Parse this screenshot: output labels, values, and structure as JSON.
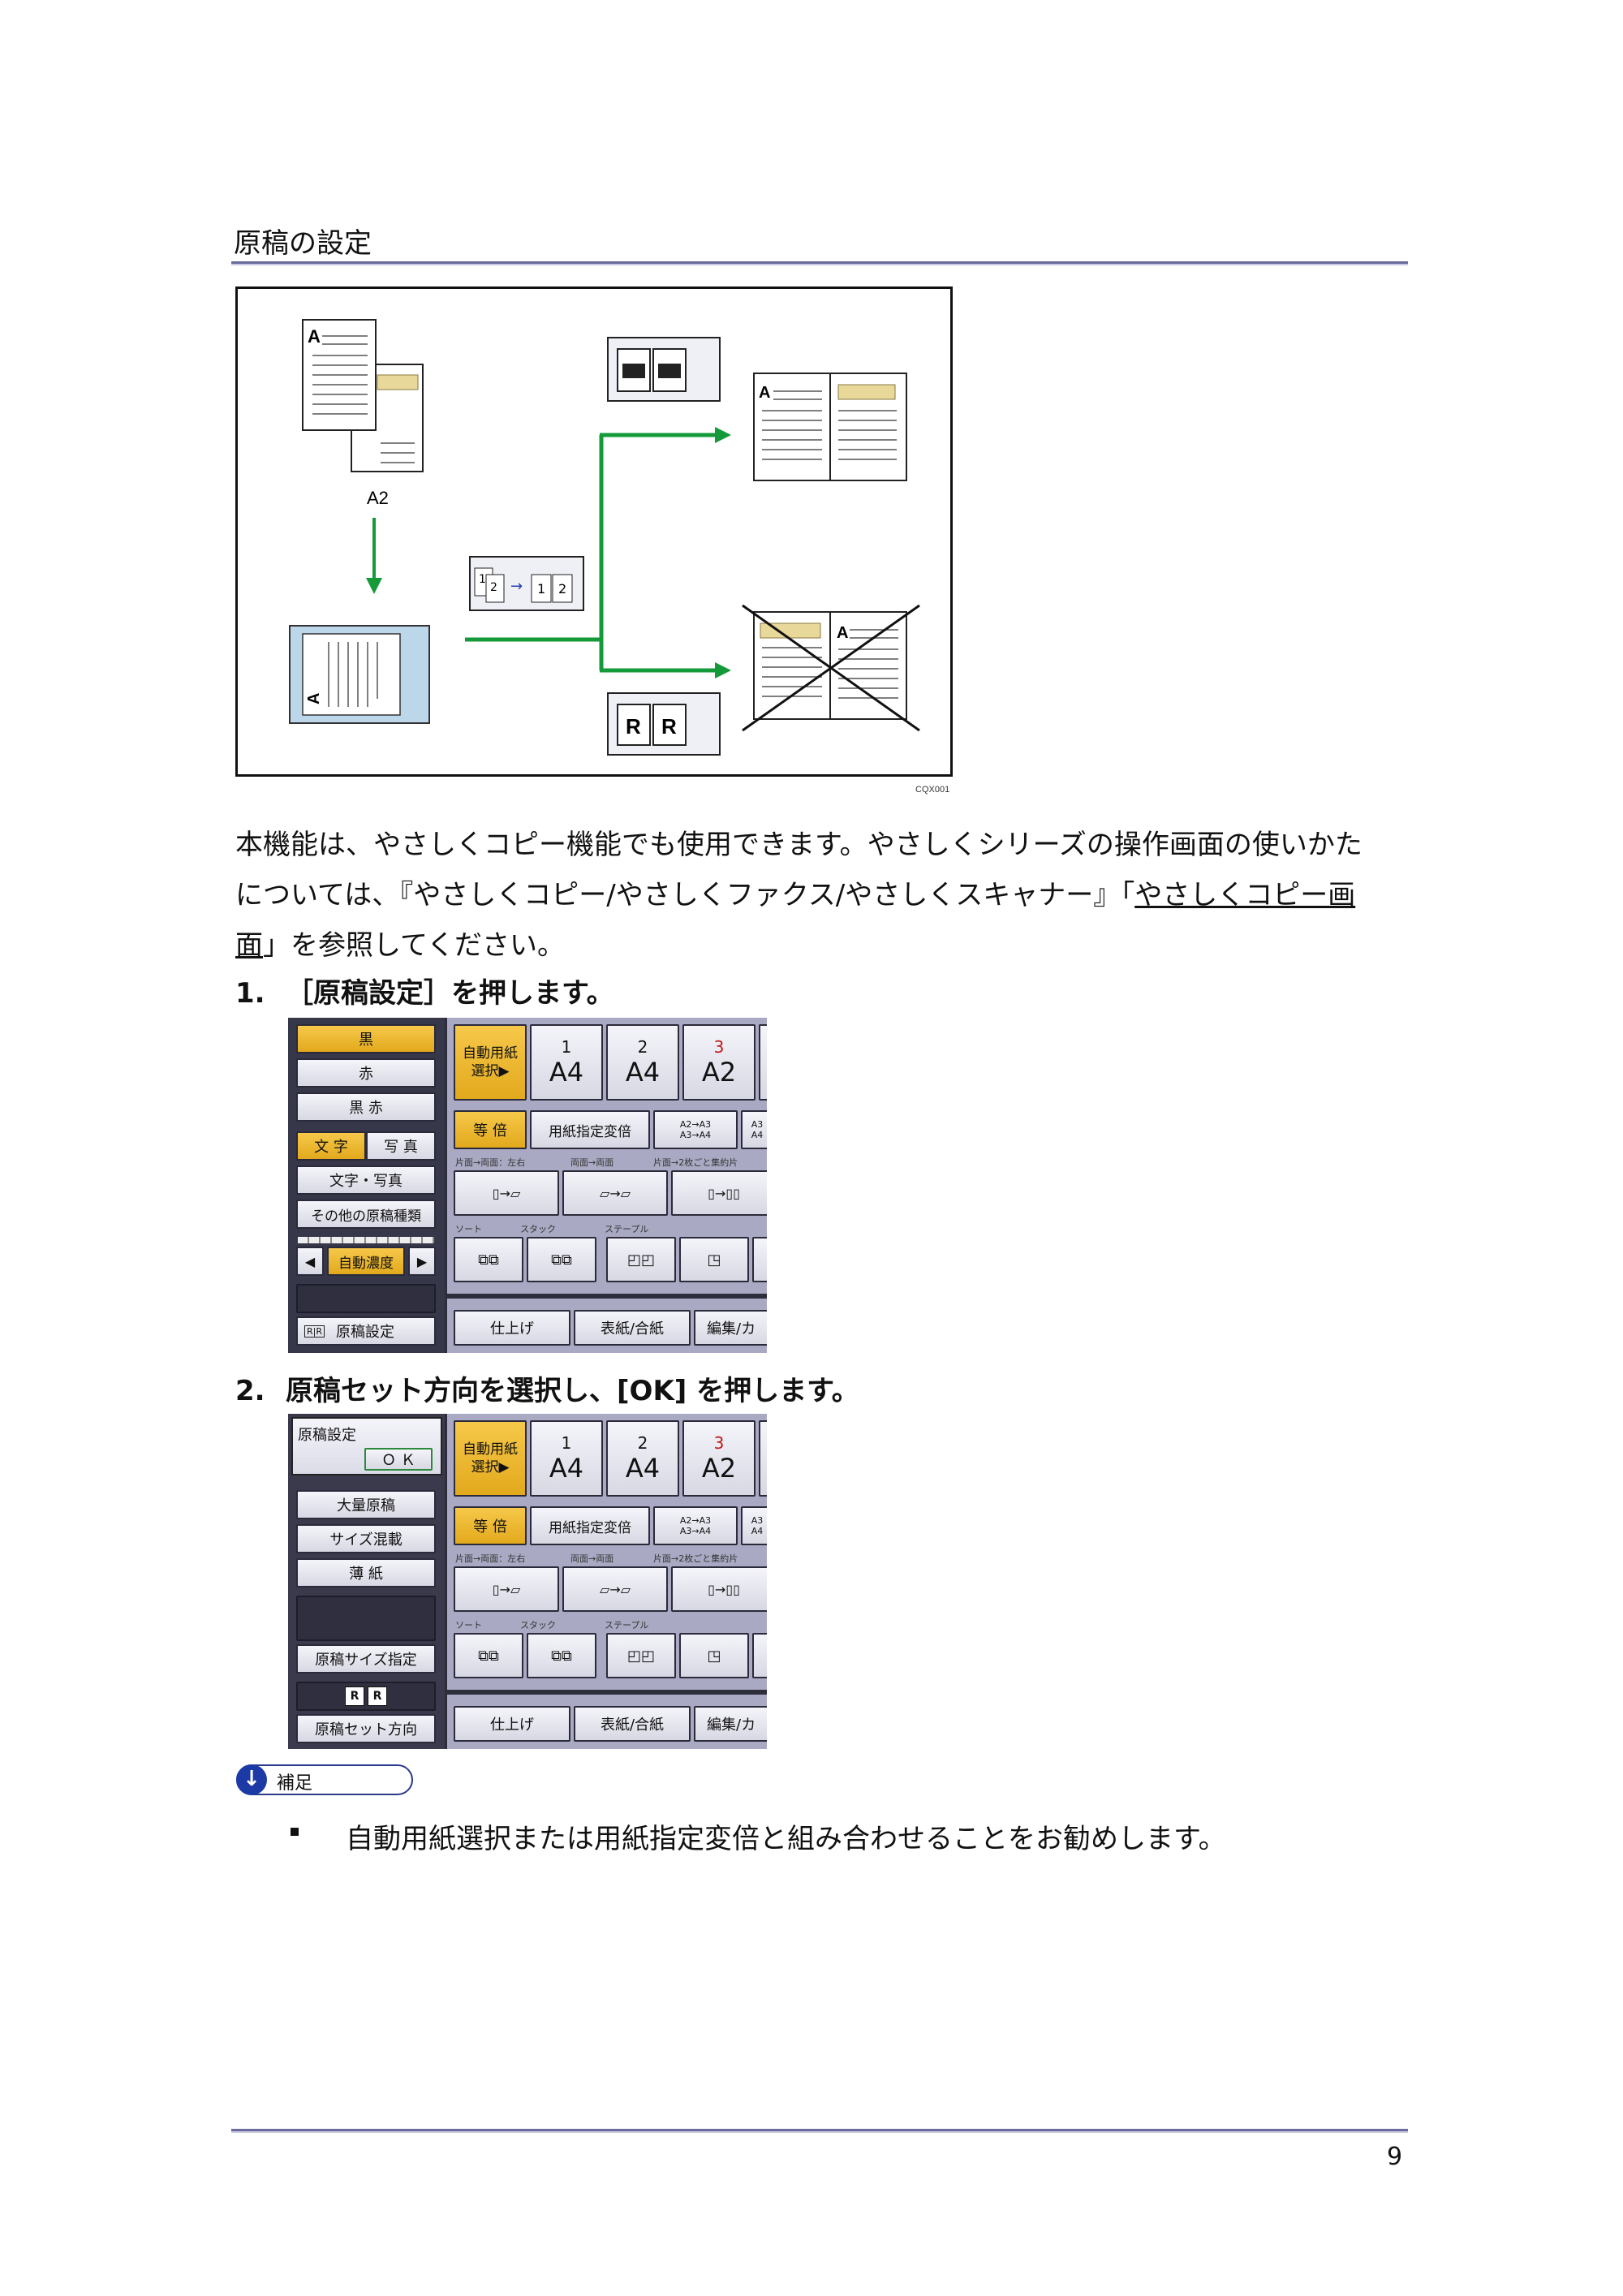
{
  "section": {
    "title": "原稿の設定"
  },
  "figure": {
    "a2_label": "A2",
    "letter_a": "A",
    "letter_r": "R",
    "digit_1": "1",
    "digit_2": "2",
    "code": "CQX001"
  },
  "intro": {
    "line1": "本機能は、やさしくコピー機能でも使用できます。やさしくシリーズの操作画面の使いかた",
    "line2_prefix": "については、『やさしくコピー/やさしくファクス/やさしくスキャナー』「",
    "line2_link": "やさしくコピー画",
    "line3_link": "面",
    "line3_suffix": "」を参照してください。"
  },
  "steps": [
    {
      "number": "1.",
      "text": "［原稿設定］を押します。"
    },
    {
      "number": "2.",
      "text": "原稿セット方向を選択し、[OK] を押します。"
    }
  ],
  "panel1": {
    "left_buttons": [
      "黒",
      "赤",
      "黒 赤"
    ],
    "text_btn": "文 字",
    "photo_btn": "写 真",
    "textphoto_btn": "文字・写真",
    "other_btn": "その他の原稿種類",
    "density_label": "自動濃度",
    "left_arrow": "◀",
    "right_arrow": "▶",
    "orig_setting_btn": "原稿設定"
  },
  "panel2": {
    "title": "原稿設定",
    "ok_btn": "Ｏ Ｋ",
    "left_buttons": [
      "大量原稿",
      "サイズ混載",
      "薄 紙"
    ],
    "size_btn": "原稿サイズ指定",
    "direction_btn": "原稿セット方向"
  },
  "panel_common": {
    "auto_paper": "自動用紙\n選択▶",
    "trays": [
      {
        "num": "1",
        "size": "A4"
      },
      {
        "num": "2",
        "size": "A4"
      },
      {
        "num": "3",
        "size": "A2"
      }
    ],
    "equal_btn": "等 倍",
    "zoom_btn": "用紙指定変倍",
    "zoom_a": "A2→A3\nA3→A4",
    "zoom_b": "A3\nA4",
    "dup_labels": [
      "片面→両面：左右",
      "両面→両面",
      "片面→2枚ごと集約片"
    ],
    "sort_labels": [
      "ソート",
      "スタック",
      "ステープル"
    ],
    "bottom_tabs": [
      "仕上げ",
      "表紙/合紙",
      "編集/カ"
    ]
  },
  "note": {
    "label": "補足",
    "icon": "↓"
  },
  "bullet": "自動用紙選択または用紙指定変倍と組み合わせることをお勧めします。",
  "page_number": "9"
}
